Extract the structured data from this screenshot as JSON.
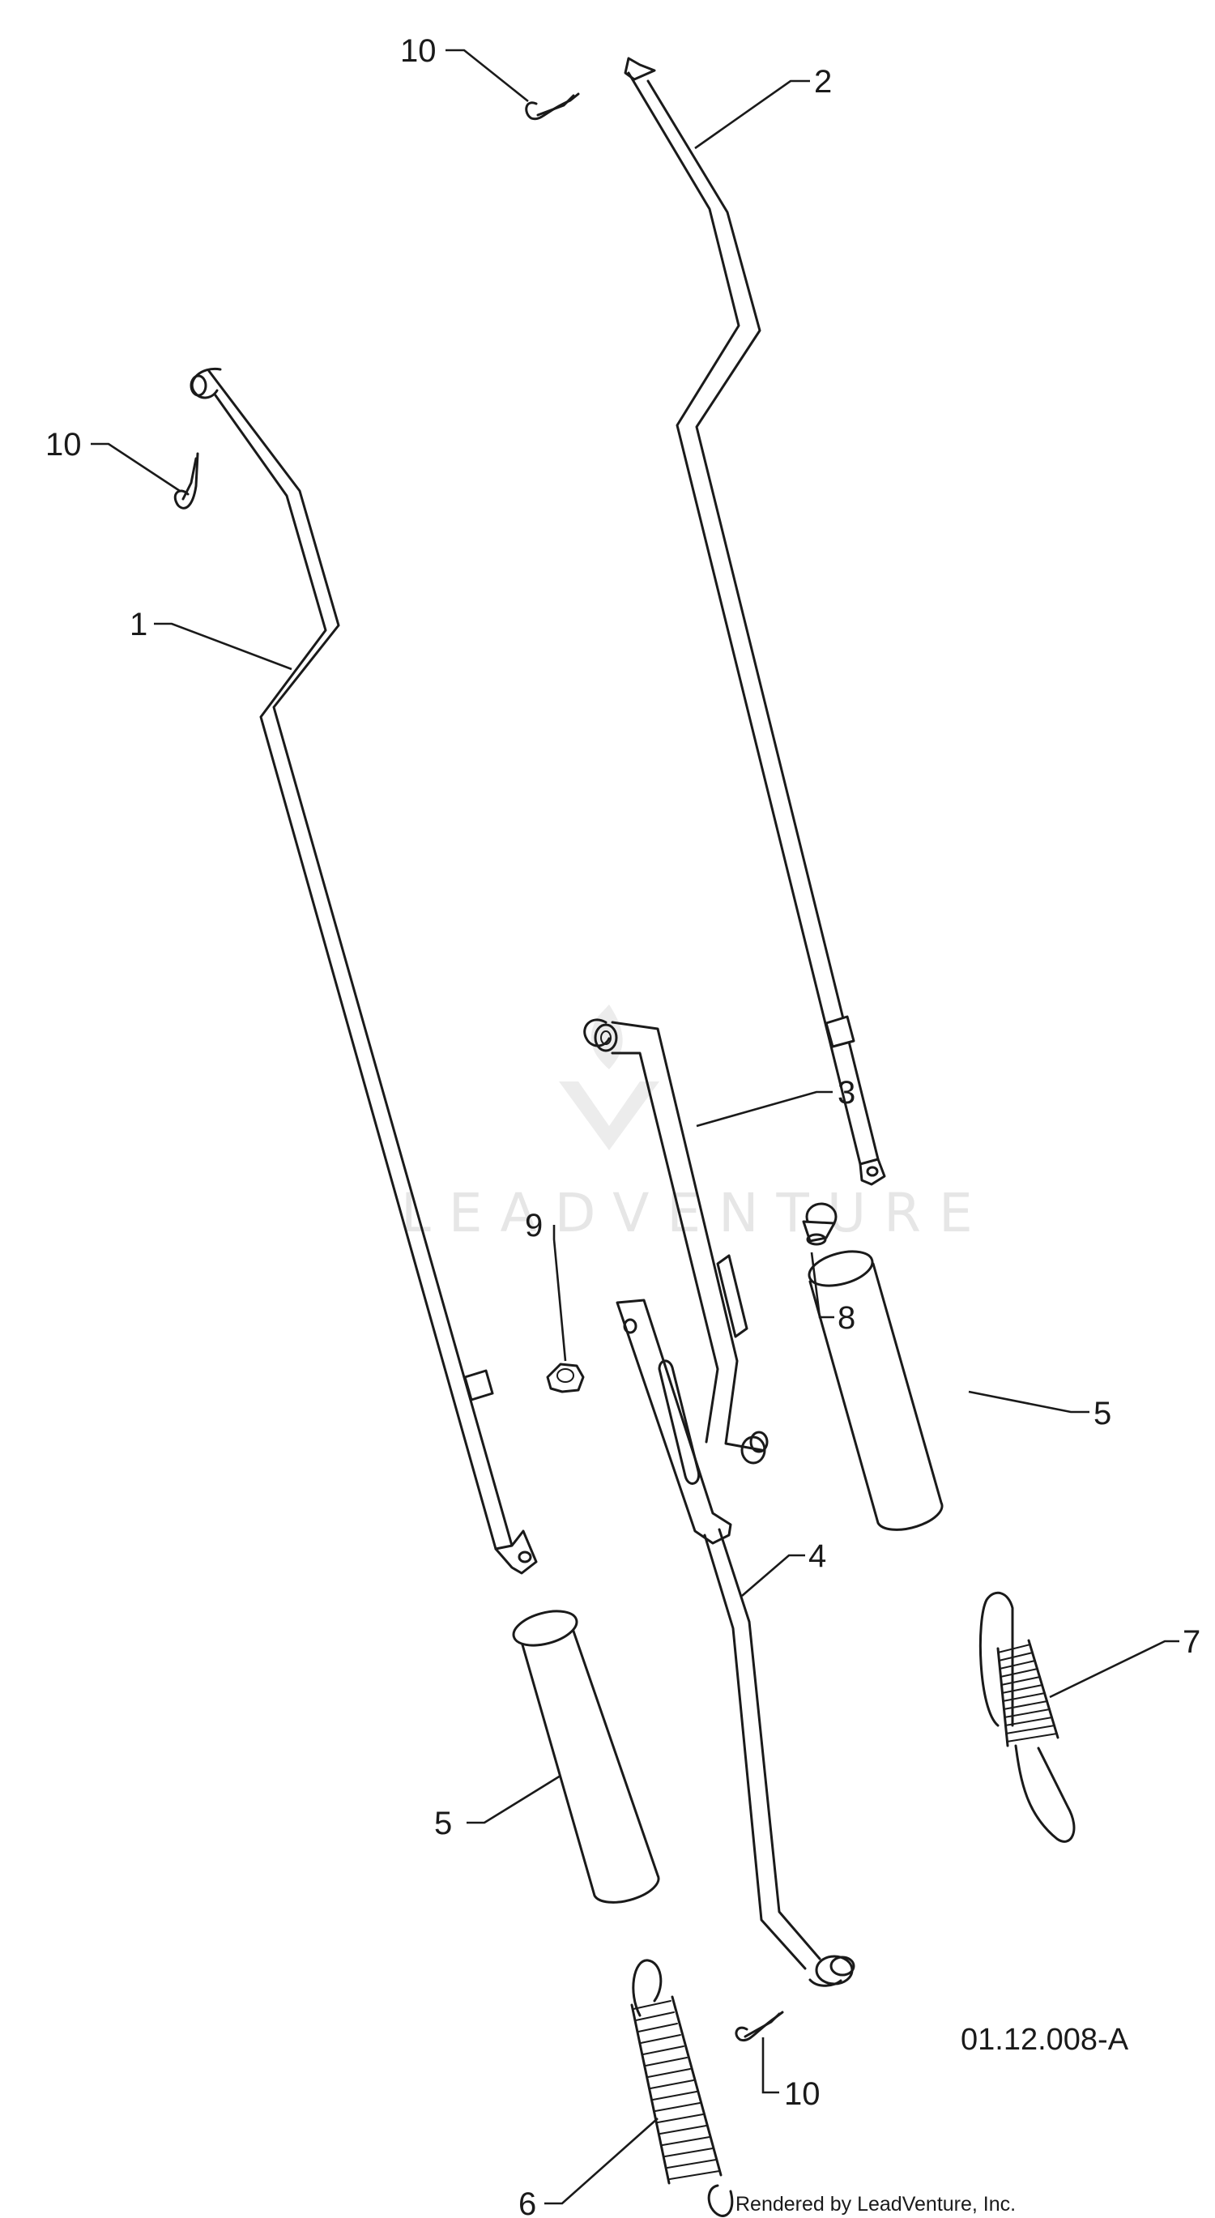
{
  "diagram": {
    "callouts": {
      "c1": "1",
      "c2": "2",
      "c3": "3",
      "c4": "4",
      "c5a": "5",
      "c5b": "5",
      "c6": "6",
      "c7": "7",
      "c8": "8",
      "c9": "9",
      "c10a": "10",
      "c10b": "10",
      "c10c": "10"
    },
    "reference_code": "01.12.008-A",
    "credit": "Rendered by LeadVenture, Inc.",
    "watermark": "LEADVENTURE"
  }
}
